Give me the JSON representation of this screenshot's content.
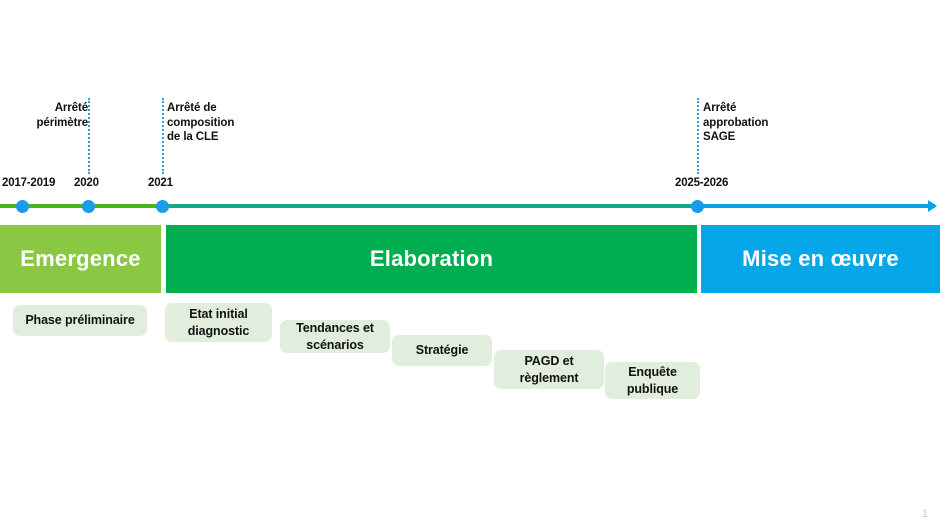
{
  "slide": {
    "page_number": "1",
    "colors": {
      "emergence": "#8ac844",
      "elaboration": "#00ad4f",
      "mise_en_oeuvre": "#06a7e8",
      "axis_green": "#4ab517",
      "axis_blue": "#0aa2e6",
      "axis_teal": "#12a88c",
      "dot": "#1b9ce8",
      "chip": "#e2eedd"
    }
  },
  "milestones": [
    {
      "label": "Arrêté\npérimètre",
      "year": "2020"
    },
    {
      "label": "Arrêté de\ncomposition\nde la CLE",
      "year": "2021"
    },
    {
      "label": "Arrêté\napprobation\nSAGE",
      "year": "2025-2026"
    }
  ],
  "axis": {
    "start_year": "2017-2019",
    "dots": [
      "2017-2019",
      "2020",
      "2021",
      "2025-2026"
    ]
  },
  "phases": [
    {
      "name": "Emergence"
    },
    {
      "name": "Elaboration"
    },
    {
      "name": "Mise en œuvre"
    }
  ],
  "steps": [
    {
      "label": "Phase préliminaire"
    },
    {
      "label": "Etat initial\ndiagnostic"
    },
    {
      "label": "Tendances et\nscénarios"
    },
    {
      "label": "Stratégie"
    },
    {
      "label": "PAGD et\nrèglement"
    },
    {
      "label": "Enquête\npublique"
    }
  ]
}
